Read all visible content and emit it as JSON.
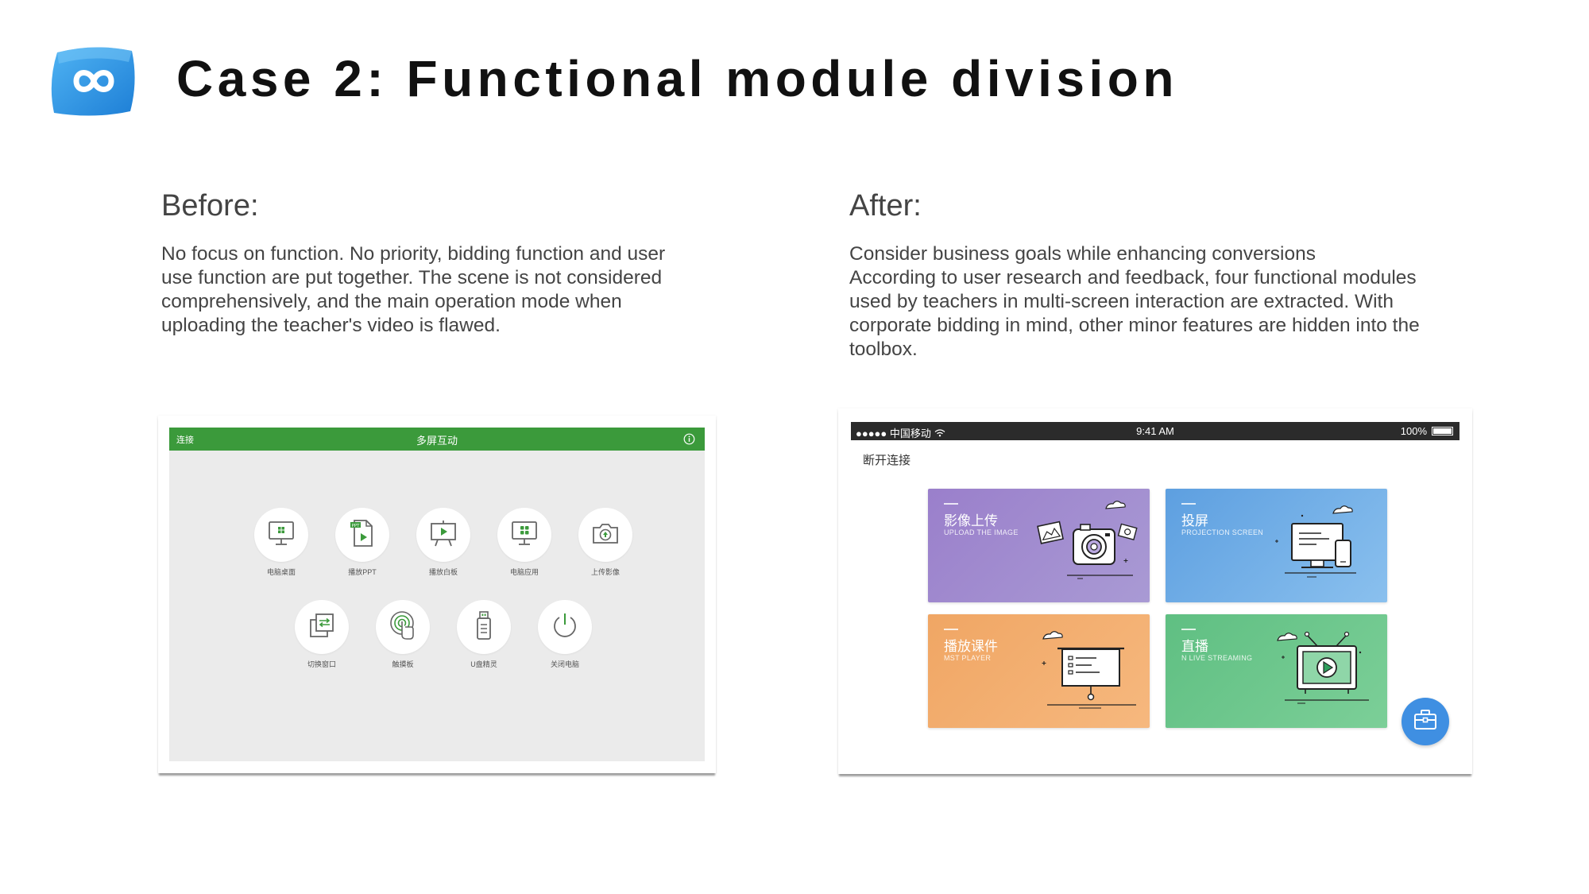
{
  "page": {
    "title": "Case 2: Functional module division"
  },
  "before": {
    "heading": "Before:",
    "lines": [
      "No focus on function. No priority, bidding function and user",
      "use function are put together. The scene is not considered",
      "comprehensively, and the main operation mode when",
      "uploading the teacher's video is flawed."
    ],
    "app": {
      "connect_label": "连接",
      "title": "多屏互动",
      "items": [
        {
          "label": "电脑桌面",
          "icon": "desktop-icon"
        },
        {
          "label": "播放PPT",
          "icon": "ppt-icon"
        },
        {
          "label": "播放白板",
          "icon": "whiteboard-icon"
        },
        {
          "label": "电脑应用",
          "icon": "apps-icon"
        },
        {
          "label": "上传影像",
          "icon": "camera-upload-icon"
        },
        {
          "label": "切换窗口",
          "icon": "switch-window-icon"
        },
        {
          "label": "触摸板",
          "icon": "touchpad-icon"
        },
        {
          "label": "U盘精灵",
          "icon": "usb-icon"
        },
        {
          "label": "关闭电脑",
          "icon": "power-icon"
        }
      ],
      "accent_color": "#3b9a3b"
    }
  },
  "after": {
    "heading": "After:",
    "lines": [
      "Consider business goals while enhancing conversions",
      "According to user research and feedback, four functional modules",
      "used by teachers in multi-screen interaction are extracted. With",
      "corporate bidding in mind, other minor features are hidden into the",
      "toolbox."
    ],
    "app": {
      "status": {
        "carrier": "●●●●● 中国移动",
        "time": "9:41 AM",
        "battery": "100%"
      },
      "disconnect_label": "断开连接",
      "cards": [
        {
          "title": "影像上传",
          "subtitle": "UPLOAD THE IMAGE",
          "color": "#9a7fcb"
        },
        {
          "title": "投屏",
          "subtitle": "PROJECTION SCREEN",
          "color": "#5d9fe0"
        },
        {
          "title": "播放课件",
          "subtitle": "MST PLAYER",
          "color": "#f0a664"
        },
        {
          "title": "直播",
          "subtitle": "N  LIVE STREAMING",
          "color": "#5fbf82"
        }
      ],
      "toolbox_icon": "toolbox-icon",
      "toolbox_color": "#3f8fe2"
    }
  }
}
